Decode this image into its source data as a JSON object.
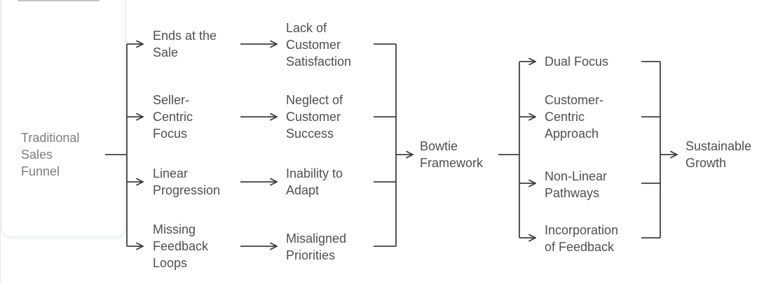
{
  "colors": {
    "line": "#404040",
    "node_text": "#4f4f4f",
    "root_text": "#7e7e7e",
    "panel_border": "#e4edf1",
    "top_bar": "#c4c4c4",
    "left_edge": "#ebebeb",
    "background": "#ffffff"
  },
  "diagram": {
    "root": {
      "label": "Traditional\nSales\nFunnel"
    },
    "problems": [
      {
        "label": "Ends at the\nSale"
      },
      {
        "label": "Seller-\nCentric\nFocus"
      },
      {
        "label": "Linear\nProgression"
      },
      {
        "label": "Missing\nFeedback\nLoops"
      }
    ],
    "consequences": [
      {
        "label": "Lack of\nCustomer\nSatisfaction"
      },
      {
        "label": "Neglect of\nCustomer\nSuccess"
      },
      {
        "label": "Inability to\nAdapt"
      },
      {
        "label": "Misaligned\nPriorities"
      }
    ],
    "solution": {
      "label": "Bowtie\nFramework"
    },
    "features": [
      {
        "label": "Dual Focus"
      },
      {
        "label": "Customer-\nCentric\nApproach"
      },
      {
        "label": "Non-Linear\nPathways"
      },
      {
        "label": "Incorporation\nof Feedback"
      }
    ],
    "outcome": {
      "label": "Sustainable\nGrowth"
    }
  }
}
